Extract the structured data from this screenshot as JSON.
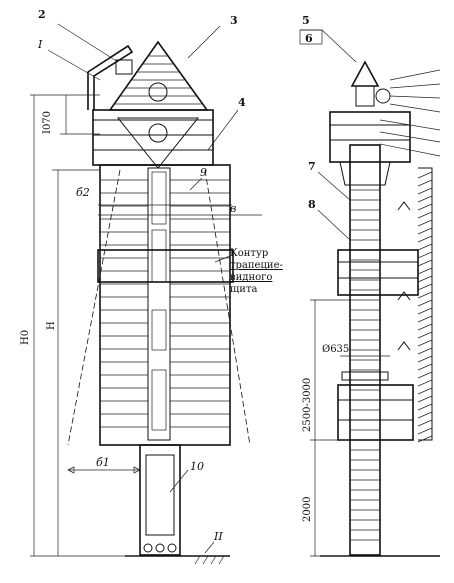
{
  "front_view": {
    "callouts": [
      "2",
      "I",
      "3",
      "4",
      "9",
      "в",
      "б2",
      "10",
      "II",
      "б1"
    ],
    "dimensions": {
      "top_height": "I070",
      "total_height": "H0",
      "inner_height": "H"
    },
    "note": [
      "Контур",
      "трапецие-",
      "видного",
      "щита"
    ]
  },
  "side_view": {
    "callouts": [
      "5",
      "6",
      "7",
      "8"
    ],
    "dimensions": {
      "diameter": "Ø635",
      "span": "2500-3000",
      "base_height": "2000"
    }
  }
}
